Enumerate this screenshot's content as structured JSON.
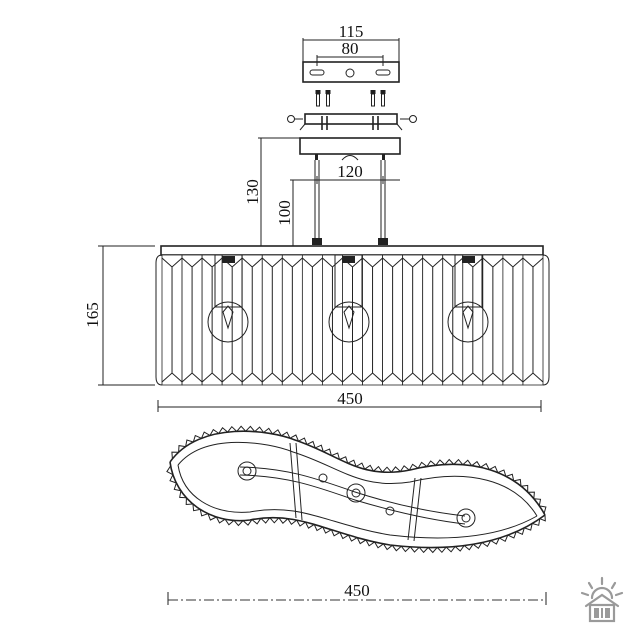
{
  "dimensions": {
    "canopy_width": "115",
    "canopy_hole_spacing": "80",
    "rod_spacing": "120",
    "overall_suspension": "130",
    "rod_length": "100",
    "body_height": "165",
    "body_width": "450",
    "top_view_width": "450"
  },
  "colors": {
    "stroke": "#222222",
    "background": "#ffffff",
    "logo": "#9a9a9a"
  },
  "icons": {
    "brand_logo": "eglo-sun-house-logo"
  }
}
